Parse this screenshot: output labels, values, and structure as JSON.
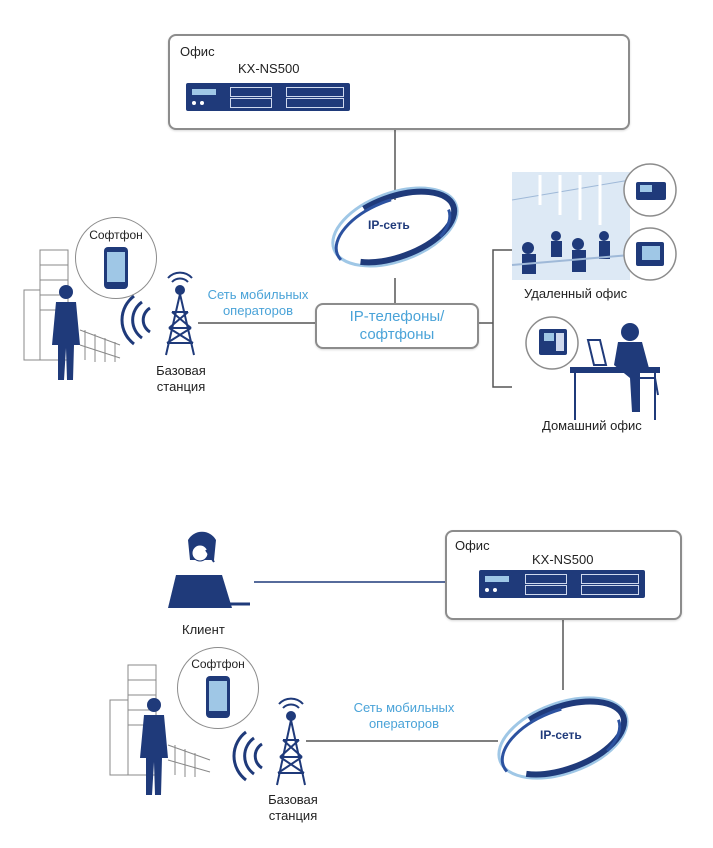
{
  "top": {
    "office_label": "Офис",
    "device_label": "KX-NS500",
    "ip_network_label": "IP-сеть",
    "ip_phones_label_line1": "IP-телефоны/",
    "ip_phones_label_line2": "софтфоны",
    "mobile_network_line1": "Сеть мобильных",
    "mobile_network_line2": "операторов",
    "base_station_line1": "Базовая",
    "base_station_line2": "станция",
    "softphone_label": "Софтфон",
    "remote_office_label": "Удаленный офис",
    "home_office_label": "Домашний офис"
  },
  "bottom": {
    "office_label": "Офис",
    "device_label": "KX-NS500",
    "ip_network_label": "IP-сеть",
    "client_label": "Клиент",
    "softphone_label": "Софтфон",
    "mobile_network_line1": "Сеть мобильных",
    "mobile_network_line2": "операторов",
    "base_station_line1": "Базовая",
    "base_station_line2": "станция"
  },
  "colors": {
    "navy": "#1f3a7a",
    "accent_blue": "#4aa3d8",
    "line_gray": "#5a5a5a",
    "box_border": "#8c8c8c"
  }
}
